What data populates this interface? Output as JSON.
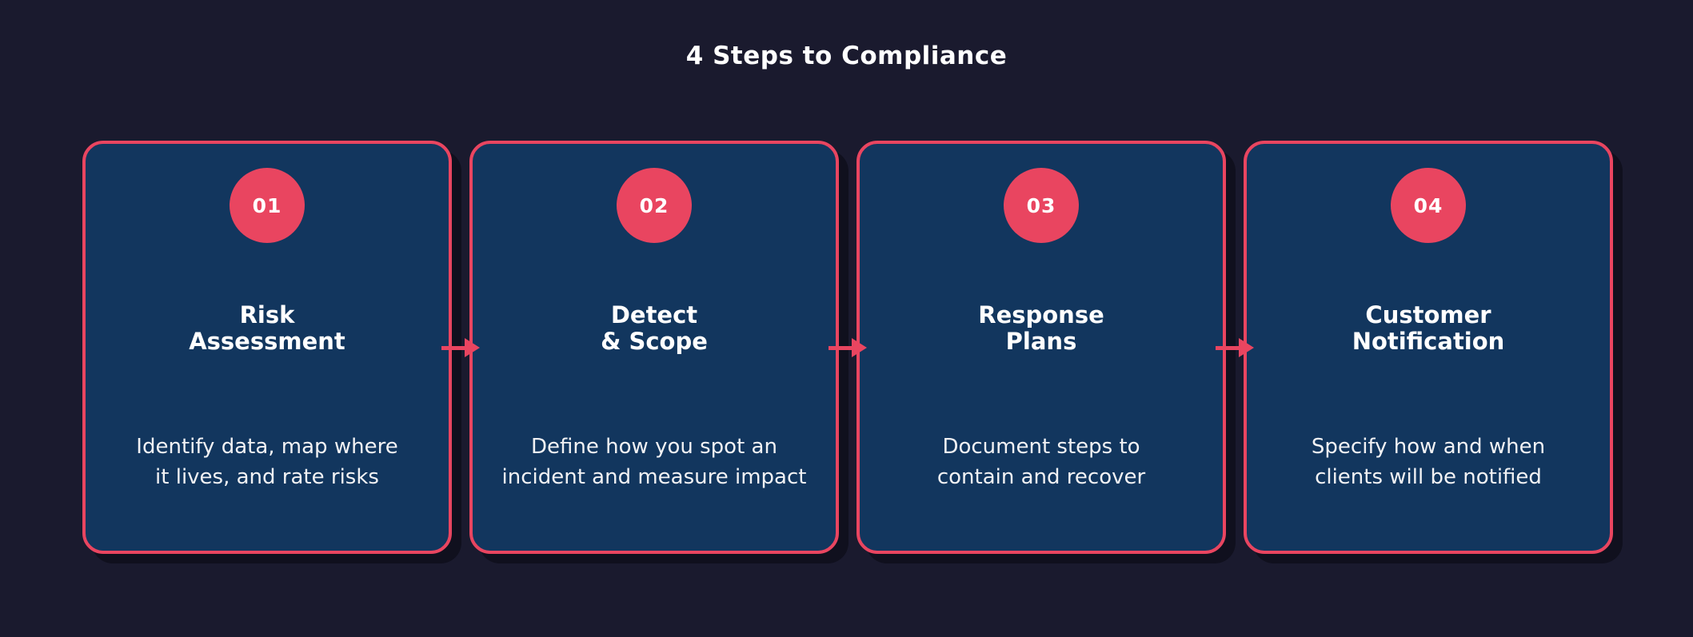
{
  "page": {
    "title": "4 Steps to Compliance"
  },
  "colors": {
    "background": "#1a1a2e",
    "card_background": "#12365e",
    "accent": "#e94560",
    "title_text": "#ffffff",
    "description_text": "#f2f2f4",
    "card_shadow": "#10101e"
  },
  "icons": {
    "connector": "arrow-right-icon"
  },
  "steps": [
    {
      "number": "01",
      "title": "Risk\nAssessment",
      "description": "Identify data, map where\nit lives, and rate risks"
    },
    {
      "number": "02",
      "title": "Detect\n& Scope",
      "description": "Define how you spot an\nincident and measure impact"
    },
    {
      "number": "03",
      "title": "Response\nPlans",
      "description": "Document steps to\ncontain and recover"
    },
    {
      "number": "04",
      "title": "Customer\nNotification",
      "description": "Specify how and when\nclients will be notified"
    }
  ]
}
